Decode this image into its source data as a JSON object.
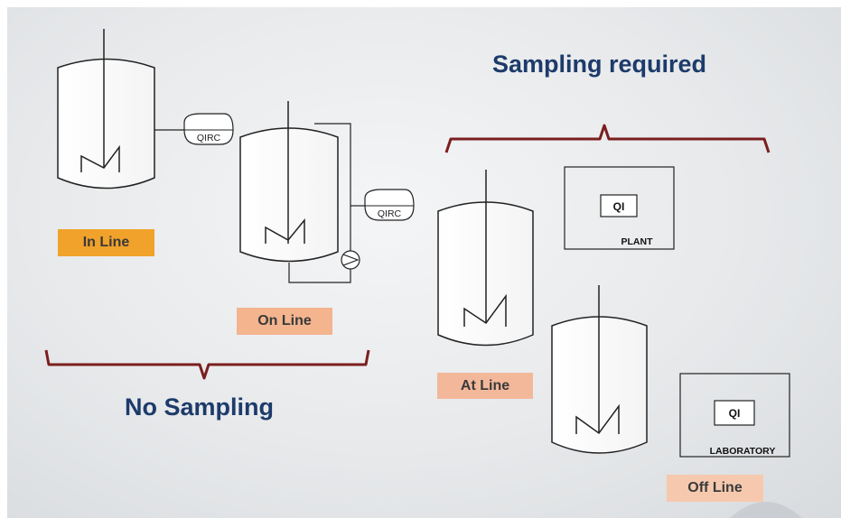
{
  "headings": {
    "sampling_required": "Sampling required",
    "no_sampling": "No Sampling"
  },
  "labels": {
    "in_line": "In Line",
    "on_line": "On Line",
    "at_line": "At Line",
    "off_line": "Off Line"
  },
  "instruments": {
    "qirc_in_line": "QIRC",
    "qirc_on_line": "QIRC",
    "qi_plant": "QI",
    "qi_lab": "QI"
  },
  "locations": {
    "plant": "PLANT",
    "laboratory": "LABORATORY"
  },
  "colors": {
    "in_line_fill": "#f0a22a",
    "on_line_fill": "#f3b48e",
    "at_line_fill": "#f3b89a",
    "off_line_fill": "#f6c9ae",
    "bracket": "#7b1e1e",
    "heading": "#1d3b6a"
  }
}
